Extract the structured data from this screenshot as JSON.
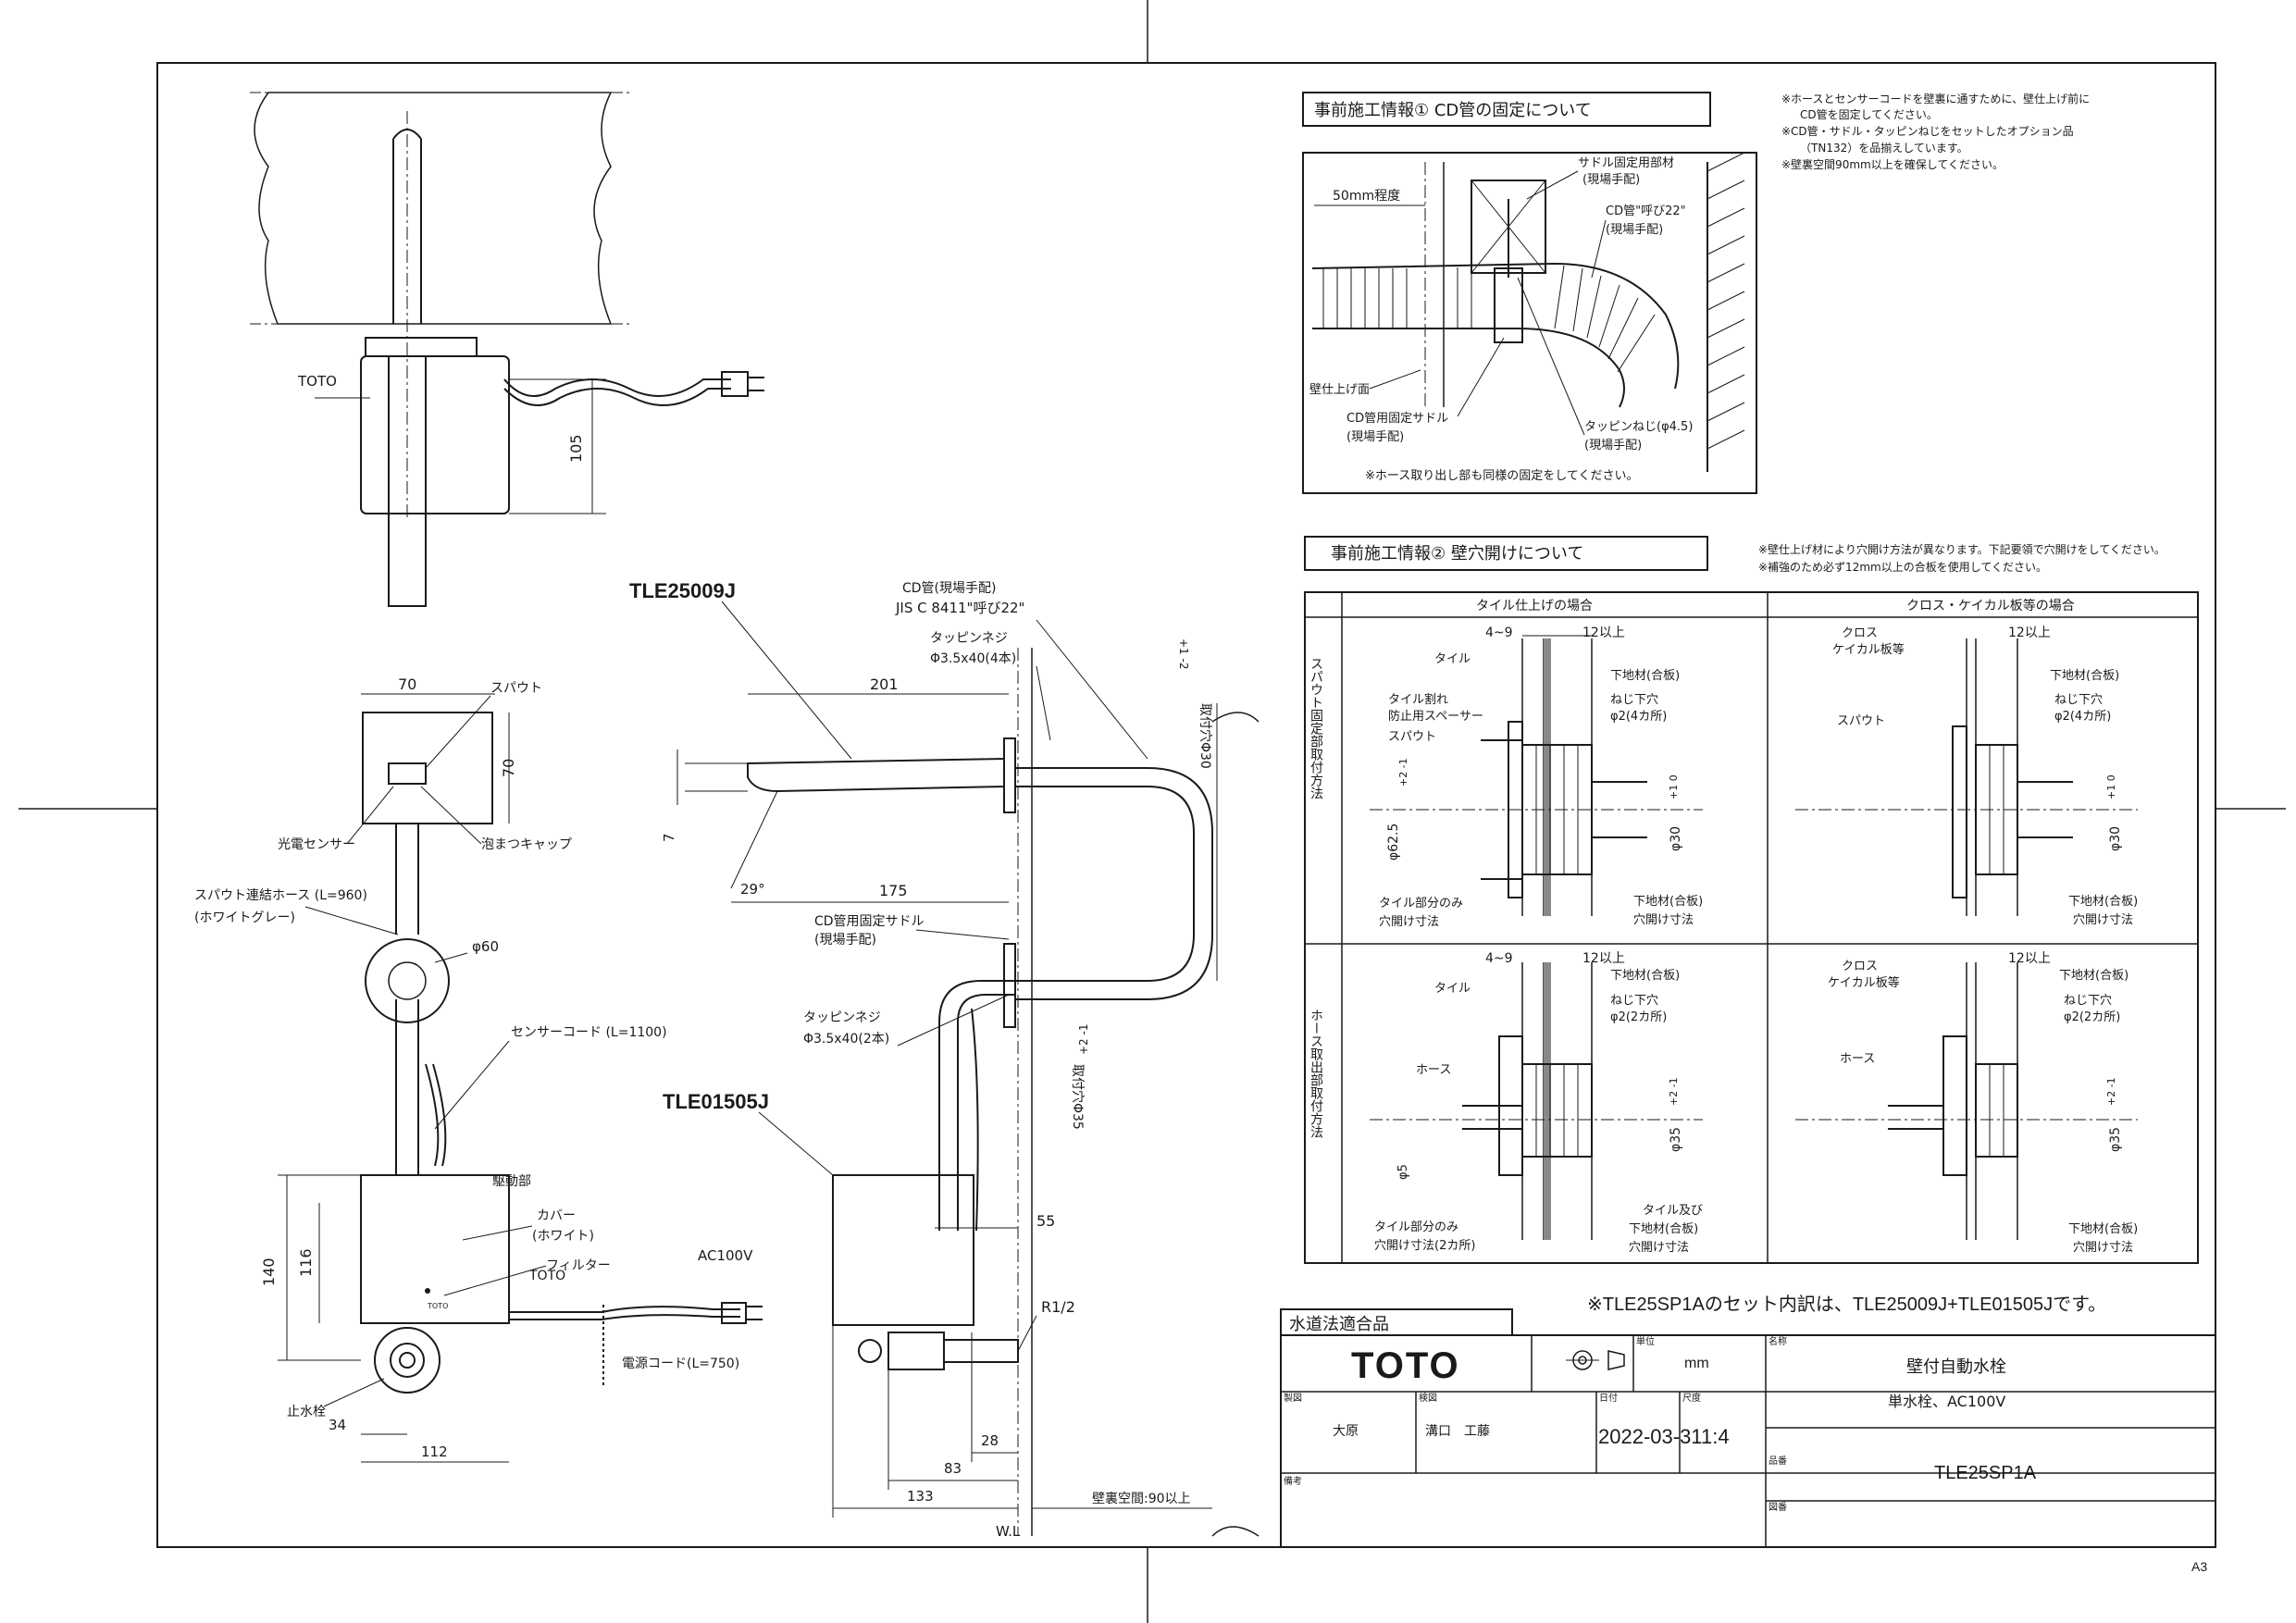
{
  "info1": {
    "title": "事前施工情報① CD管の固定について",
    "notes": [
      "※ホースとセンサーコードを壁裏に通すために、壁仕上げ前に",
      "CD管を固定してください。",
      "※CD管・サドル・タッピンねじをセットしたオプション品",
      "（TN132）を品揃えしています。",
      "※壁裏空間90mm以上を確保してください。"
    ],
    "labels": {
      "dist": "50mm程度",
      "saddle_parts": "サドル固定用部材",
      "saddle_parts_sub": "(現場手配)",
      "cd_pipe": "CD管\"呼び22\"",
      "cd_pipe_sub": "(現場手配)",
      "wall_finish": "壁仕上げ面",
      "cd_saddle": "CD管用固定サドル",
      "cd_saddle_sub": "(現場手配)",
      "tapping": "タッピンねじ(φ4.5)",
      "tapping_sub": "(現場手配)",
      "note": "※ホース取り出し部も同様の固定をしてください。"
    }
  },
  "info2": {
    "title": "事前施工情報② 壁穴開けについて",
    "notes": [
      "※壁仕上げ材により穴開け方法が異なります。下記要領で穴開けをしてください。",
      "※補強のため必ず12mm以上の合板を使用してください。"
    ],
    "col_tile": "タイル仕上げの場合",
    "col_cloth": "クロス・ケイカル板等の場合",
    "row_spout": "スパウト固定部取付方法",
    "row_hose": "ホース取出部取付方法",
    "tile_spout": {
      "d1": "4~9",
      "d2": "12以上",
      "tile": "タイル",
      "spacer": "タイル割れ",
      "spacer2": "防止用スペーサー",
      "spout": "スパウト",
      "sub": "下地材(合板)",
      "screw": "ねじ下穴",
      "screw2": "φ2(4カ所)",
      "phi": "φ30",
      "tol": "+1 0",
      "dim": "φ62.5",
      "dim_tol": "+2 -1",
      "hole": "タイル部分のみ",
      "hole2": "穴開け寸法",
      "sub2": "下地材(合板)",
      "sub2b": "穴開け寸法"
    },
    "tile_hose": {
      "d1": "4~9",
      "d2": "12以上",
      "tile": "タイル",
      "hose": "ホース",
      "sub": "下地材(合板)",
      "screw": "ねじ下穴",
      "screw2": "φ2(2カ所)",
      "phi": "φ35",
      "tol": "+2 -1",
      "dim": "φ5",
      "hole": "タイル部分のみ",
      "hole2": "穴開け寸法(2カ所)",
      "sub2": "タイル及び",
      "sub2b": "下地材(合板)",
      "sub2c": "穴開け寸法"
    },
    "cloth_spout": {
      "d2": "12以上",
      "cloth": "クロス",
      "cloth2": "ケイカル板等",
      "spout": "スパウト",
      "sub": "下地材(合板)",
      "screw": "ねじ下穴",
      "screw2": "φ2(4カ所)",
      "phi": "φ30",
      "tol": "+1 0",
      "sub2": "下地材(合板)",
      "sub2b": "穴開け寸法"
    },
    "cloth_hose": {
      "d2": "12以上",
      "cloth": "クロス",
      "cloth2": "ケイカル板等",
      "hose": "ホース",
      "sub": "下地材(合板)",
      "screw": "ねじ下穴",
      "screw2": "φ2(2カ所)",
      "phi": "φ35",
      "tol": "+2 -1",
      "sub2": "下地材(合板)",
      "sub2b": "穴開け寸法"
    }
  },
  "top_view": {
    "toto": "TOTO",
    "dim105": "105"
  },
  "front_view": {
    "w70": "70",
    "h70": "70",
    "spout": "スパウト",
    "sensor": "光電センサー",
    "foam_cap": "泡まつキャップ",
    "hose": "スパウト連結ホース (L=960)",
    "hose2": "(ホワイトグレー)",
    "phi60": "φ60",
    "sensor_cord": "センサーコード (L=1100)",
    "drive": "駆動部",
    "cover": "カバー",
    "cover2": "(ホワイト)",
    "filter": "フィルター",
    "toto": "TOTO",
    "ac": "AC100V",
    "power": "電源コード(L=750)",
    "stop": "止水栓",
    "h140": "140",
    "h116": "116",
    "w34": "34",
    "w112": "112",
    "brand_small": "TOTO"
  },
  "side_view": {
    "model_a": "TLE25009J",
    "model_b": "TLE01505J",
    "cd_pipe": "CD管(現場手配)",
    "cd_pipe2": "JIS C 8411\"呼び22\"",
    "tap_a": "タッピンネジ",
    "tap_a2": "Φ3.5x40(4本)",
    "d201": "201",
    "d175": "175",
    "d7": "7",
    "angle": "29°",
    "hole_a": "取付穴Φ30",
    "hole_a_tol": "+1 -2",
    "cd_saddle": "CD管用固定サドル",
    "cd_saddle2": "(現場手配)",
    "tap_b": "タッピンネジ",
    "tap_b2": "Φ3.5x40(2本)",
    "hole_b": "取付穴Φ35",
    "hole_b_tol": "+2 -1",
    "d55": "55",
    "r12": "R1/2",
    "d28": "28",
    "d83": "83",
    "d133": "133",
    "space": "壁裏空間:90以上",
    "wl": "W.L"
  },
  "set_note": "※TLE25SP1Aのセット内訳は、TLE25009J+TLE01505Jです。",
  "title_block": {
    "approval": "水道法適合品",
    "brand": "TOTO",
    "unit_label": "単位",
    "unit": "mm",
    "name_label": "名称",
    "name": "壁付自動水栓",
    "name2": "単水栓、AC100V",
    "drawn_label": "製図",
    "drawn": "大原",
    "checked_label": "検図",
    "checked": "溝口　工藤",
    "date_label": "日付",
    "date": "2022-03-31",
    "scale_label": "尺度",
    "scale": "1:4",
    "model_label": "品番",
    "model": "TLE25SP1A",
    "remarks_label": "備考",
    "drawing_no_label": "図番",
    "sheet": "A3"
  }
}
